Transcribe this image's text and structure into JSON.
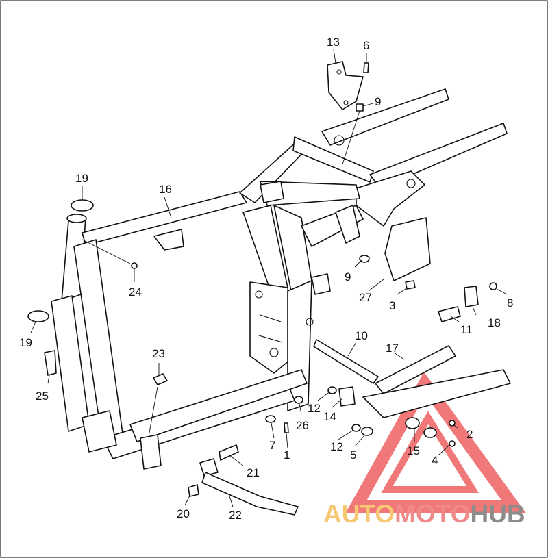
{
  "diagram": {
    "callouts": [
      {
        "id": "c1",
        "label": "1"
      },
      {
        "id": "c2",
        "label": "2"
      },
      {
        "id": "c3",
        "label": "3"
      },
      {
        "id": "c4",
        "label": "4"
      },
      {
        "id": "c5",
        "label": "5"
      },
      {
        "id": "c6",
        "label": "6"
      },
      {
        "id": "c7",
        "label": "7"
      },
      {
        "id": "c8",
        "label": "8"
      },
      {
        "id": "c9a",
        "label": "9"
      },
      {
        "id": "c9b",
        "label": "9"
      },
      {
        "id": "c10",
        "label": "10"
      },
      {
        "id": "c11",
        "label": "11"
      },
      {
        "id": "c12a",
        "label": "12"
      },
      {
        "id": "c12b",
        "label": "12"
      },
      {
        "id": "c13",
        "label": "13"
      },
      {
        "id": "c14",
        "label": "14"
      },
      {
        "id": "c15",
        "label": "15"
      },
      {
        "id": "c16",
        "label": "16"
      },
      {
        "id": "c17",
        "label": "17"
      },
      {
        "id": "c18",
        "label": "18"
      },
      {
        "id": "c19a",
        "label": "19"
      },
      {
        "id": "c19b",
        "label": "19"
      },
      {
        "id": "c20",
        "label": "20"
      },
      {
        "id": "c21",
        "label": "21"
      },
      {
        "id": "c22",
        "label": "22"
      },
      {
        "id": "c23",
        "label": "23"
      },
      {
        "id": "c24",
        "label": "24"
      },
      {
        "id": "c25",
        "label": "25"
      },
      {
        "id": "c26",
        "label": "26"
      },
      {
        "id": "c27",
        "label": "27"
      }
    ]
  },
  "watermark": {
    "word_part1": "AUTO",
    "word_part2": "MOTO",
    "word_part3": "HUB",
    "color_part1": "#f7c873",
    "color_part2": "#f08a8a",
    "color_part3": "#8c8c8c",
    "triangle_color": "#f06a6a"
  }
}
